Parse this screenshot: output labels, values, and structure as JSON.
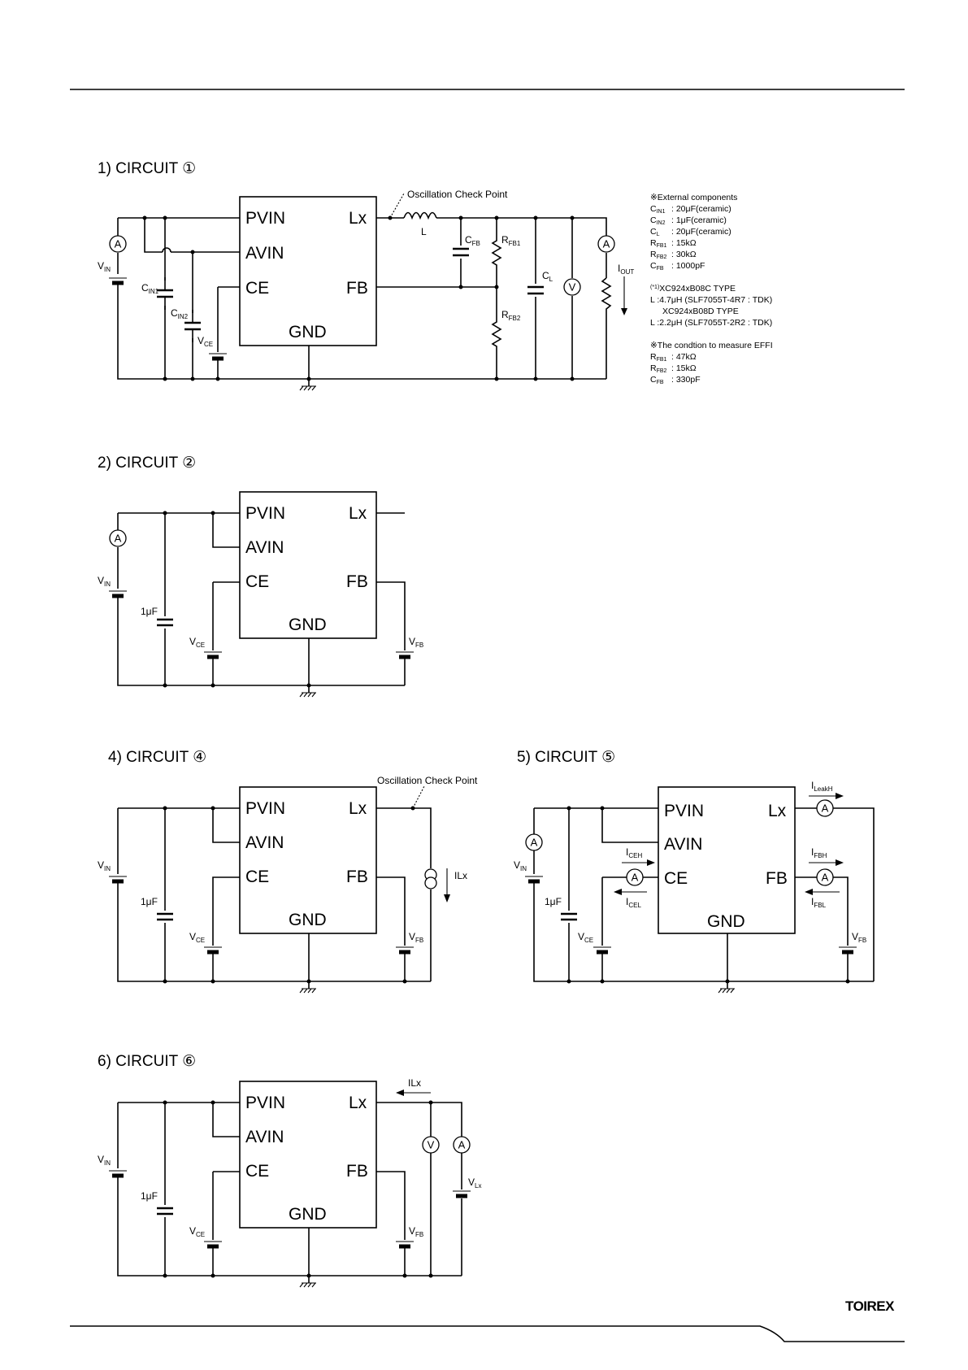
{
  "sections": {
    "c1": {
      "title": "1) CIRCUIT ①"
    },
    "c2": {
      "title": "2) CIRCUIT ②"
    },
    "c4": {
      "title": "4) CIRCUIT ④"
    },
    "c5": {
      "title": "5) CIRCUIT ⑤"
    },
    "c6": {
      "title": "6) CIRCUIT ⑥"
    }
  },
  "pins": {
    "pvin": "PVIN",
    "avin": "AVIN",
    "ce": "CE",
    "lx": "Lx",
    "fb": "FB",
    "gnd": "GND"
  },
  "meters": {
    "ammeter": "A",
    "voltmeter": "V"
  },
  "labels": {
    "vin_main": "V",
    "vin_sub": "IN",
    "vce_main": "V",
    "vce_sub": "CE",
    "vfb_main": "V",
    "vfb_sub": "FB",
    "vlx_main": "V",
    "vlx_sub": "Lx",
    "cin1_main": "C",
    "cin1_sub": "IN1",
    "cin2_main": "C",
    "cin2_sub": "IN2",
    "cfb_main": "C",
    "cfb_sub": "FB",
    "rfb1_main": "R",
    "rfb1_sub": "FB1",
    "rfb2_main": "R",
    "rfb2_sub": "FB2",
    "cl_main": "C",
    "cl_sub": "L",
    "iout_main": "I",
    "iout_sub": "OUT",
    "inductor": "L",
    "cap_1uf": "1μF",
    "ilx": "ILx",
    "ileakh_main": "I",
    "ileakh_sub": "LeakH",
    "iceh_main": "I",
    "iceh_sub": "CEH",
    "icel_main": "I",
    "icel_sub": "CEL",
    "ifbh_main": "I",
    "ifbh_sub": "FBH",
    "ifbl_main": "I",
    "ifbl_sub": "FBL",
    "osc_c1": "Oscillation Check Point",
    "osc_c4": "Oscillation Check Point"
  },
  "external_components": {
    "title": "※External components",
    "rows": [
      {
        "name_main": "C",
        "name_sub": "IN1",
        "value": ": 20μF(ceramic)"
      },
      {
        "name_main": "C",
        "name_sub": "IN2",
        "value": ": 1μF(ceramic)"
      },
      {
        "name_main": "C",
        "name_sub": "L",
        "value": ": 20μF(ceramic)"
      },
      {
        "name_main": "R",
        "name_sub": "FB1",
        "value": ": 15kΩ"
      },
      {
        "name_main": "R",
        "name_sub": "FB2",
        "value": ": 30kΩ"
      },
      {
        "name_main": "C",
        "name_sub": "FB",
        "value": ": 1000pF"
      }
    ],
    "type_c_mark": "(*1)",
    "type_c": "XC924xB08C  TYPE",
    "type_c_l": "L      :4.7μH (SLF7055T-4R7 : TDK)",
    "type_d": "XC924xB08D  TYPE",
    "type_d_l": "L      :2.2μH (SLF7055T-2R2 : TDK)",
    "effi_title": "※The condtion to measure EFFI",
    "effi_rows": [
      {
        "name_main": "R",
        "name_sub": "FB1",
        "value": ": 47kΩ"
      },
      {
        "name_main": "R",
        "name_sub": "FB2",
        "value": ": 15kΩ"
      },
      {
        "name_main": "C",
        "name_sub": "FB",
        "value": ": 330pF"
      }
    ]
  },
  "footer": {
    "logo": "TOIREX"
  }
}
